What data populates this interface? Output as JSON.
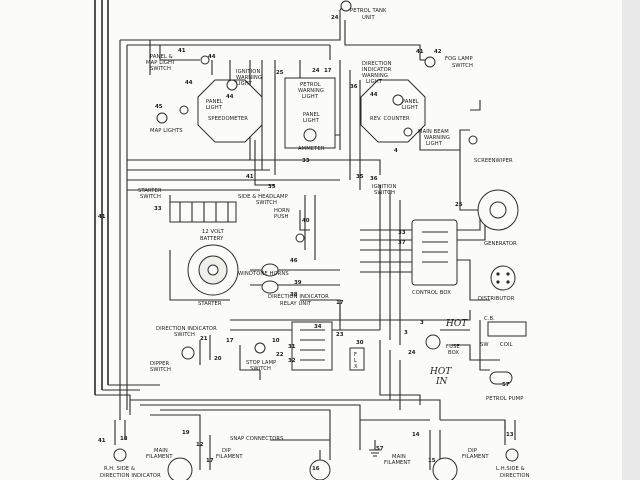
{
  "labels": {
    "petrol_tank": [
      "PETROL TANK",
      "UNIT"
    ],
    "fog_lamp": [
      "FOG LAMP",
      "SWITCH"
    ],
    "panel_map_switch": [
      "PANEL &",
      "MAP LIGHT",
      "SWITCH"
    ],
    "ignition_warning": [
      "IGNITION",
      "WARNING",
      "LIGHT"
    ],
    "petrol_warning": [
      "PETROL",
      "WARNING",
      "LIGHT"
    ],
    "dir_ind_warning": [
      "DIRECTION",
      "INDICATOR",
      "WARNING",
      "LIGHT"
    ],
    "panel_light_left": [
      "PANEL",
      "LIGHT"
    ],
    "panel_light_mid": [
      "PANEL",
      "LIGHT"
    ],
    "panel_light_right": [
      "PANEL",
      "LIGHT"
    ],
    "map_lights": "MAP LIGHTS",
    "speedometer": "SPEEDOMETER",
    "rev_counter": "REV. COUNTER",
    "main_beam": [
      "MAIN BEAM",
      "WARNING",
      "LIGHT"
    ],
    "ammeter": "AMMETER",
    "screenwiper": "SCREENWIPER",
    "starter_switch": [
      "STARTER",
      "SWITCH"
    ],
    "side_headlamp": [
      "SIDE & HEADLAMP",
      "SWITCH"
    ],
    "ignition_switch": [
      "IGNITION",
      "SWITCH"
    ],
    "horn_push": [
      "HORN",
      "PUSH"
    ],
    "battery": [
      "12 VOLT",
      "BATTERY"
    ],
    "generator": "GENERATOR",
    "windtone_horns": "WINDTONE HORNS",
    "starter": "STARTER",
    "dir_relay": [
      "DIRECTION INDICATOR",
      "RELAY UNIT"
    ],
    "control_box": "CONTROL BOX",
    "distributor": "DISTRIBUTOR",
    "dir_switch": [
      "DIRECTION INDICATOR",
      "SWITCH"
    ],
    "dipper_switch": [
      "DIPPER",
      "SWITCH"
    ],
    "stop_lamp": [
      "STOP LAMP",
      "SWITCH"
    ],
    "fuse_box": [
      "FUSE",
      "BOX"
    ],
    "coil": "COIL",
    "sw": "SW",
    "cb": "C.B.",
    "petrol_pump": "PETROL PUMP",
    "snap_connectors": "SNAP CONNECTORS",
    "main_filament_left": [
      "MAIN",
      "FILAMENT"
    ],
    "dip_filament_left": [
      "DIP",
      "FILAMENT"
    ],
    "main_filament_right": [
      "MAIN",
      "FILAMENT"
    ],
    "dip_filament_right": [
      "DIP",
      "FILAMENT"
    ],
    "rh_side": [
      "R.H. SIDE &",
      "DIRECTION INDICATOR"
    ],
    "lh_side": [
      "L.H.SIDE &",
      "DIRECTION"
    ],
    "flx": [
      "F",
      "L",
      "X"
    ],
    "hand_hot": "HOT",
    "hand_in": "IN",
    "hand_hot2": "HOT"
  },
  "wire_numbers": {
    "n24": "24",
    "n41a": "41",
    "n42": "42",
    "n41b": "41",
    "n44a": "44",
    "n45": "45",
    "n44b": "44",
    "n44c": "44",
    "n25": "25",
    "n24b": "24",
    "n17a": "17",
    "n36": "36",
    "n44d": "44",
    "n4": "4",
    "n33": "33",
    "n41c": "41",
    "n35": "35",
    "n35b": "35",
    "n36b": "36",
    "n33b": "33",
    "n40": "40",
    "n25b": "25",
    "n37": "37",
    "n41d": "41",
    "n33c": "33",
    "n46": "46",
    "n39": "39",
    "n38": "38",
    "n17b": "17",
    "n3a": "3",
    "n3b": "3",
    "n34": "34",
    "n23": "23",
    "n17c": "17",
    "n10": "10",
    "n22": "22",
    "n31": "31",
    "n32": "32",
    "n30": "30",
    "n20": "20",
    "n21": "21",
    "n24c": "24",
    "n57": "57",
    "n18": "18",
    "n12": "12",
    "n19": "19",
    "n17d": "17",
    "n16": "16",
    "n57b": "57",
    "n14": "14",
    "n15": "15",
    "n13": "13",
    "n41e": "41"
  }
}
